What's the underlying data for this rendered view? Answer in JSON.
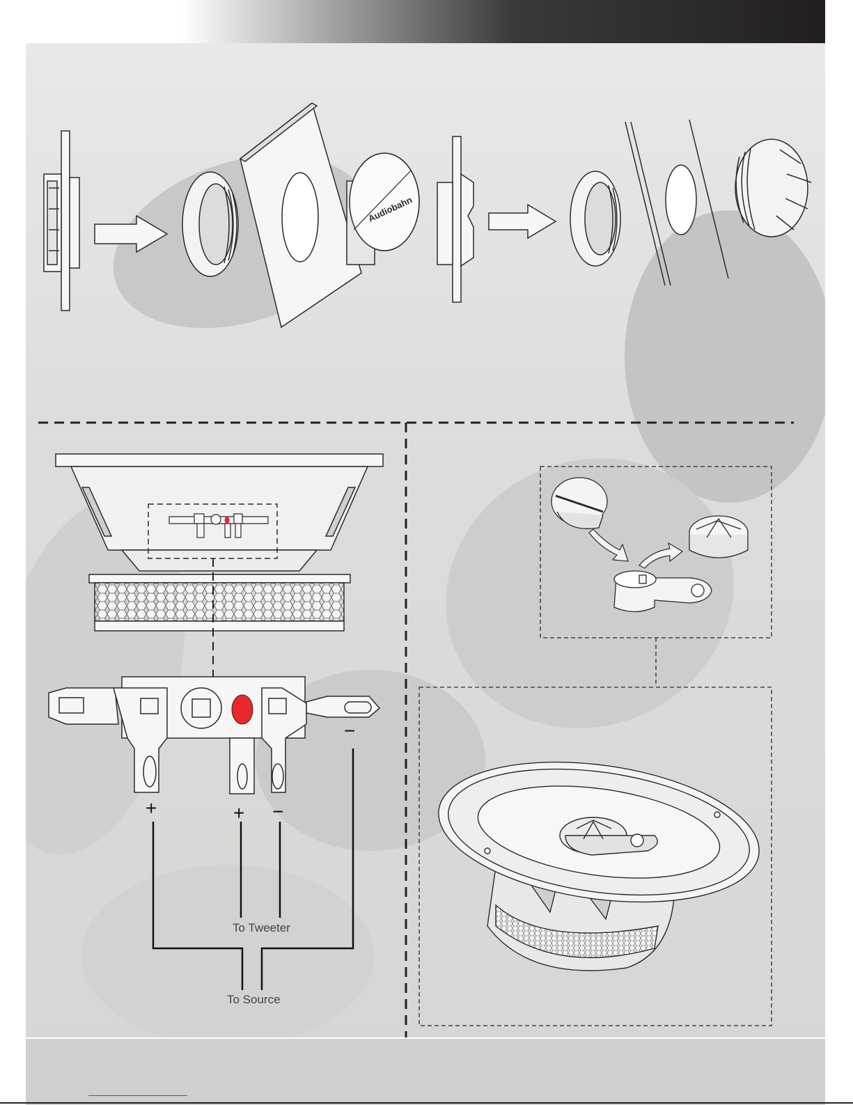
{
  "labels": {
    "to_tweeter": "To Tweeter",
    "to_source": "To Source",
    "plus_woofer": "+",
    "plus_tweeter": "+",
    "minus_tweeter": "−",
    "minus_woofer": "−"
  },
  "brand_mark": "Audiobahn",
  "colors": {
    "header_dark": "#231f20",
    "accent_red": "#e8282d",
    "line": "#2a2a2a",
    "background": "#dedede"
  },
  "icons": {
    "arrow": "right-arrow-icon",
    "dashed_boundary": "dashed-divider"
  }
}
